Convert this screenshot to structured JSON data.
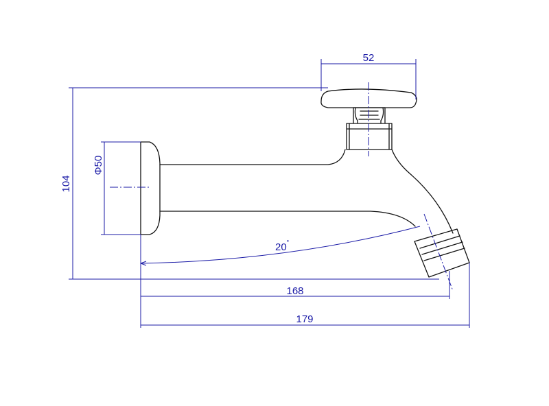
{
  "drawing": {
    "dimensions": {
      "handle_width": "52",
      "total_height": "104",
      "flange_diameter": "Φ50",
      "spout_angle": "20",
      "spout_angle_unit": "˚",
      "reach_to_spout": "168",
      "total_length": "179"
    },
    "colors": {
      "outline": "#111111",
      "dimension": "#1a1aa6",
      "background": "#ffffff"
    }
  }
}
